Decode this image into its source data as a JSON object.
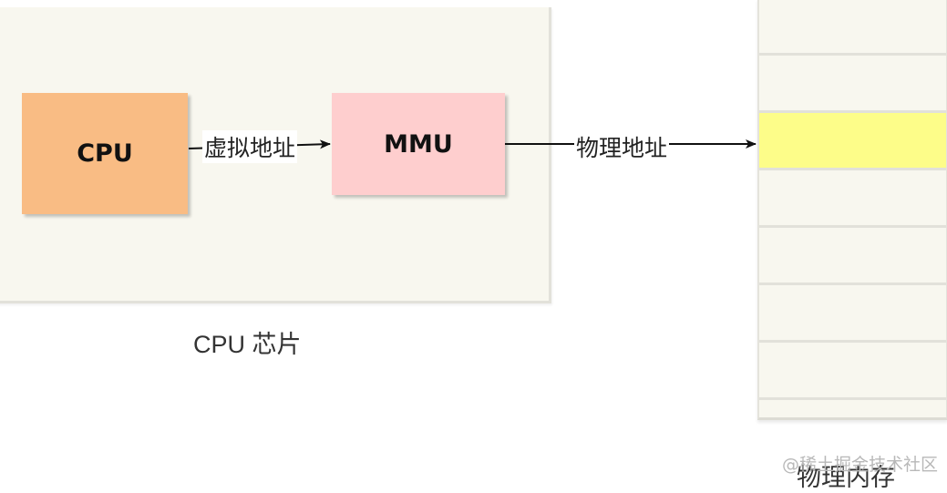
{
  "cpu_chip": {
    "cpu_label": "CPU",
    "mmu_label": "MMU",
    "caption": "CPU 芯片"
  },
  "arrows": {
    "virtual_address": "虚拟地址",
    "physical_address": "物理地址"
  },
  "memory": {
    "caption": "物理内存",
    "cells": 7,
    "highlighted_cell_index": 2
  },
  "watermark": "@稀土掘金技术社区",
  "colors": {
    "cpu": "#f9bc84",
    "mmu": "#fecece",
    "highlight": "#fdfd89",
    "panel": "#f8f7ef"
  }
}
